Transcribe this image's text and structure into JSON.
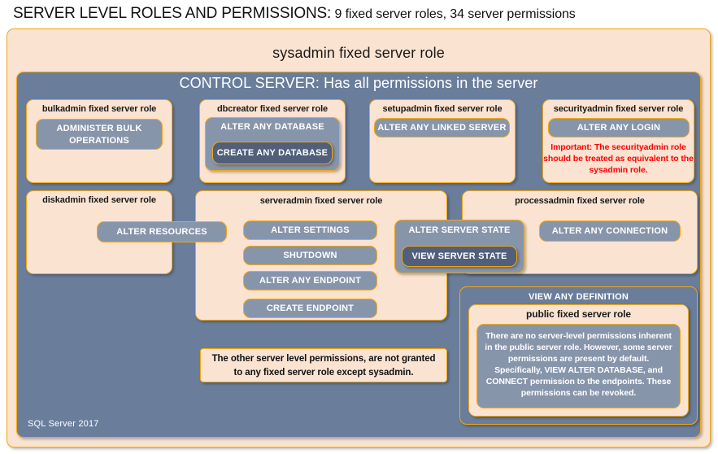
{
  "title": {
    "strong": "SERVER LEVEL ROLES AND PERMISSIONS:",
    "rest": " 9 fixed server roles, 34 server permissions"
  },
  "sysadmin": {
    "label": "sysadmin  fixed  server  role"
  },
  "control_server": {
    "label": "CONTROL SERVER: Has all permissions in the server"
  },
  "roles": {
    "bulkadmin": {
      "title": "bulkadmin  fixed server role",
      "permission": "ADMINISTER  BULK OPERATIONS"
    },
    "dbcreator": {
      "title": "dbcreator fixed server role",
      "permission_outer": "ALTER ANY DATABASE",
      "permission_inner": "CREATE  ANY DATABASE"
    },
    "setupadmin": {
      "title": "setupadmin fixed server role",
      "permission": "ALTER ANY LINKED SERVER"
    },
    "securityadmin": {
      "title": "securityadmin  fixed server role",
      "permission": "ALTER ANY LOGIN",
      "warning": "Important:  The securityadmin role should  be treated as equivalent to the sysadmin role."
    },
    "diskadmin": {
      "title": "diskadmin  fixed server role",
      "permission": "ALTER RESOURCES"
    },
    "serveradmin": {
      "title": "serveradmin fixed server role",
      "permissions": [
        "ALTER SETTINGS",
        "SHUTDOWN",
        "ALTER ANY ENDPOINT",
        "CREATE  ENDPOINT"
      ],
      "server_state_outer": "ALTER SERVER STATE",
      "server_state_inner": "VIEW SERVER STATE"
    },
    "processadmin": {
      "title": "processadmin fixed server role",
      "permission": "ALTER ANY CONNECTION"
    },
    "public": {
      "permission": "VIEW ANY DEFINITION",
      "title": "public  fixed server role",
      "body": "There are no server-level permissions inherent in the public server role. However, some server permissions are present by default. Specifically, VIEW ALTER DATABASE, and CONNECT permission to the endpoints. These permissions can be revoked."
    }
  },
  "other_note": "The other server level permissions, are not granted to any fixed server role except sysadmin.",
  "footer": "SQL Server 2017",
  "colors": {
    "peach": "#fbe3d2",
    "slate": "#6a7e9c",
    "permission": "#8795ab",
    "permission_dark": "#515f7b",
    "border_gold": "#f0a818",
    "warning_red": "#ff0000"
  }
}
